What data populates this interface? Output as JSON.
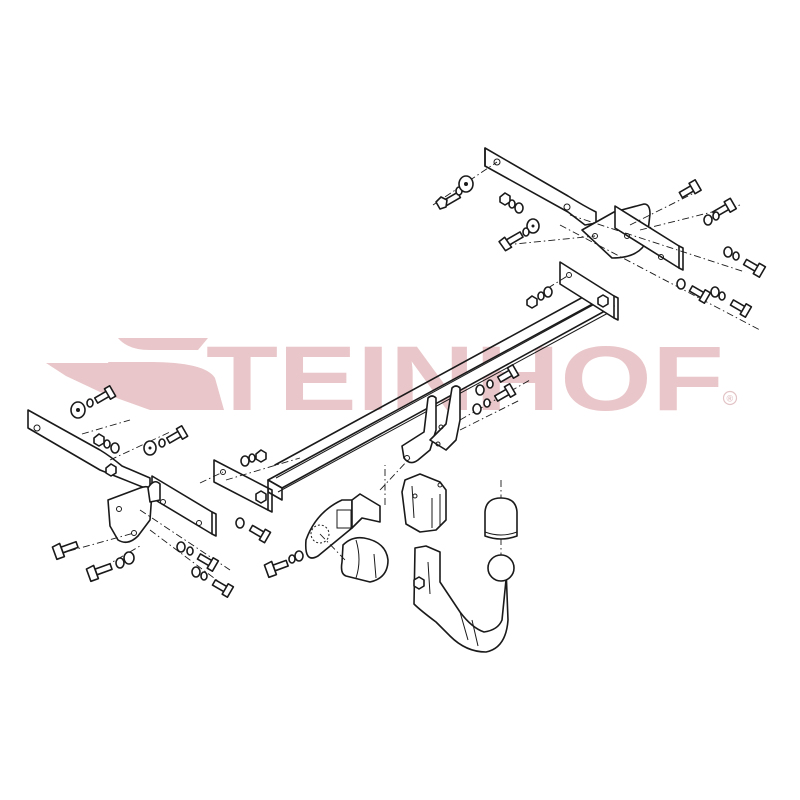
{
  "diagram": {
    "type": "exploded-assembly",
    "subject": "Tow bar (towing hitch) assembly",
    "watermark": {
      "brand_text": "TEINHOF",
      "brand_full": "STEINHOF",
      "registered_mark": "®",
      "color": "#e9c6c9"
    },
    "line_color": "#1a1a1a",
    "background": "#ffffff",
    "components": [
      {
        "id": "right-side-bracket",
        "label": "Right chassis mounting bracket"
      },
      {
        "id": "left-side-bracket",
        "label": "Left chassis mounting bracket"
      },
      {
        "id": "main-crossbar",
        "label": "Main cross beam"
      },
      {
        "id": "center-hanger",
        "label": "Center hanger plate"
      },
      {
        "id": "socket-bracket",
        "label": "Electrical socket bracket"
      },
      {
        "id": "electric-socket",
        "label": "13-pin electrical socket"
      },
      {
        "id": "ball-receiver",
        "label": "Ball neck receiver"
      },
      {
        "id": "detachable-ball-neck",
        "label": "Detachable ball neck"
      },
      {
        "id": "ball-cap",
        "label": "Tow ball protective cap"
      },
      {
        "id": "fasteners",
        "label": "Bolts, nuts, washers"
      }
    ]
  }
}
